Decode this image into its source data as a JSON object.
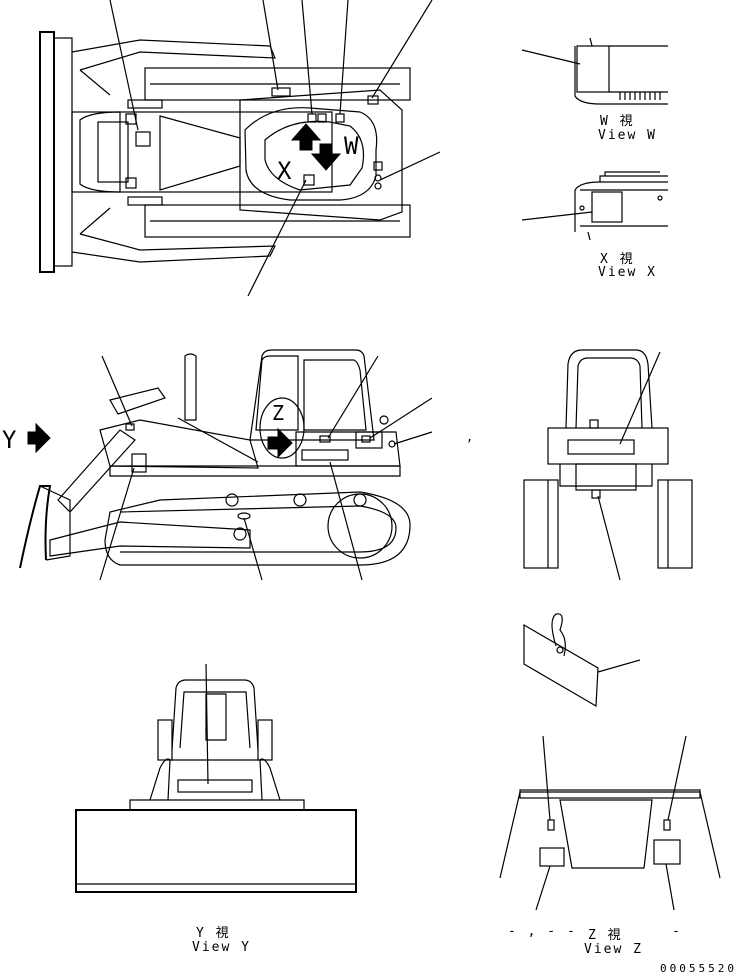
{
  "views": {
    "w": {
      "kanji": "W 視",
      "label": "View W"
    },
    "x": {
      "kanji": "X 視",
      "label": "View X"
    },
    "y": {
      "kanji": "Y 視",
      "label": "View Y"
    },
    "z": {
      "kanji": "Z 視",
      "label": "View Z"
    }
  },
  "markers": {
    "x": "X",
    "w": "W",
    "y": "Y",
    "z": "Z"
  },
  "punct": {
    "side": ",",
    "viewz_prefix": "- , - -",
    "viewz_suffix": "-"
  },
  "drawing_code": "00055520",
  "colors": {
    "line": "#000000",
    "background": "#ffffff"
  }
}
